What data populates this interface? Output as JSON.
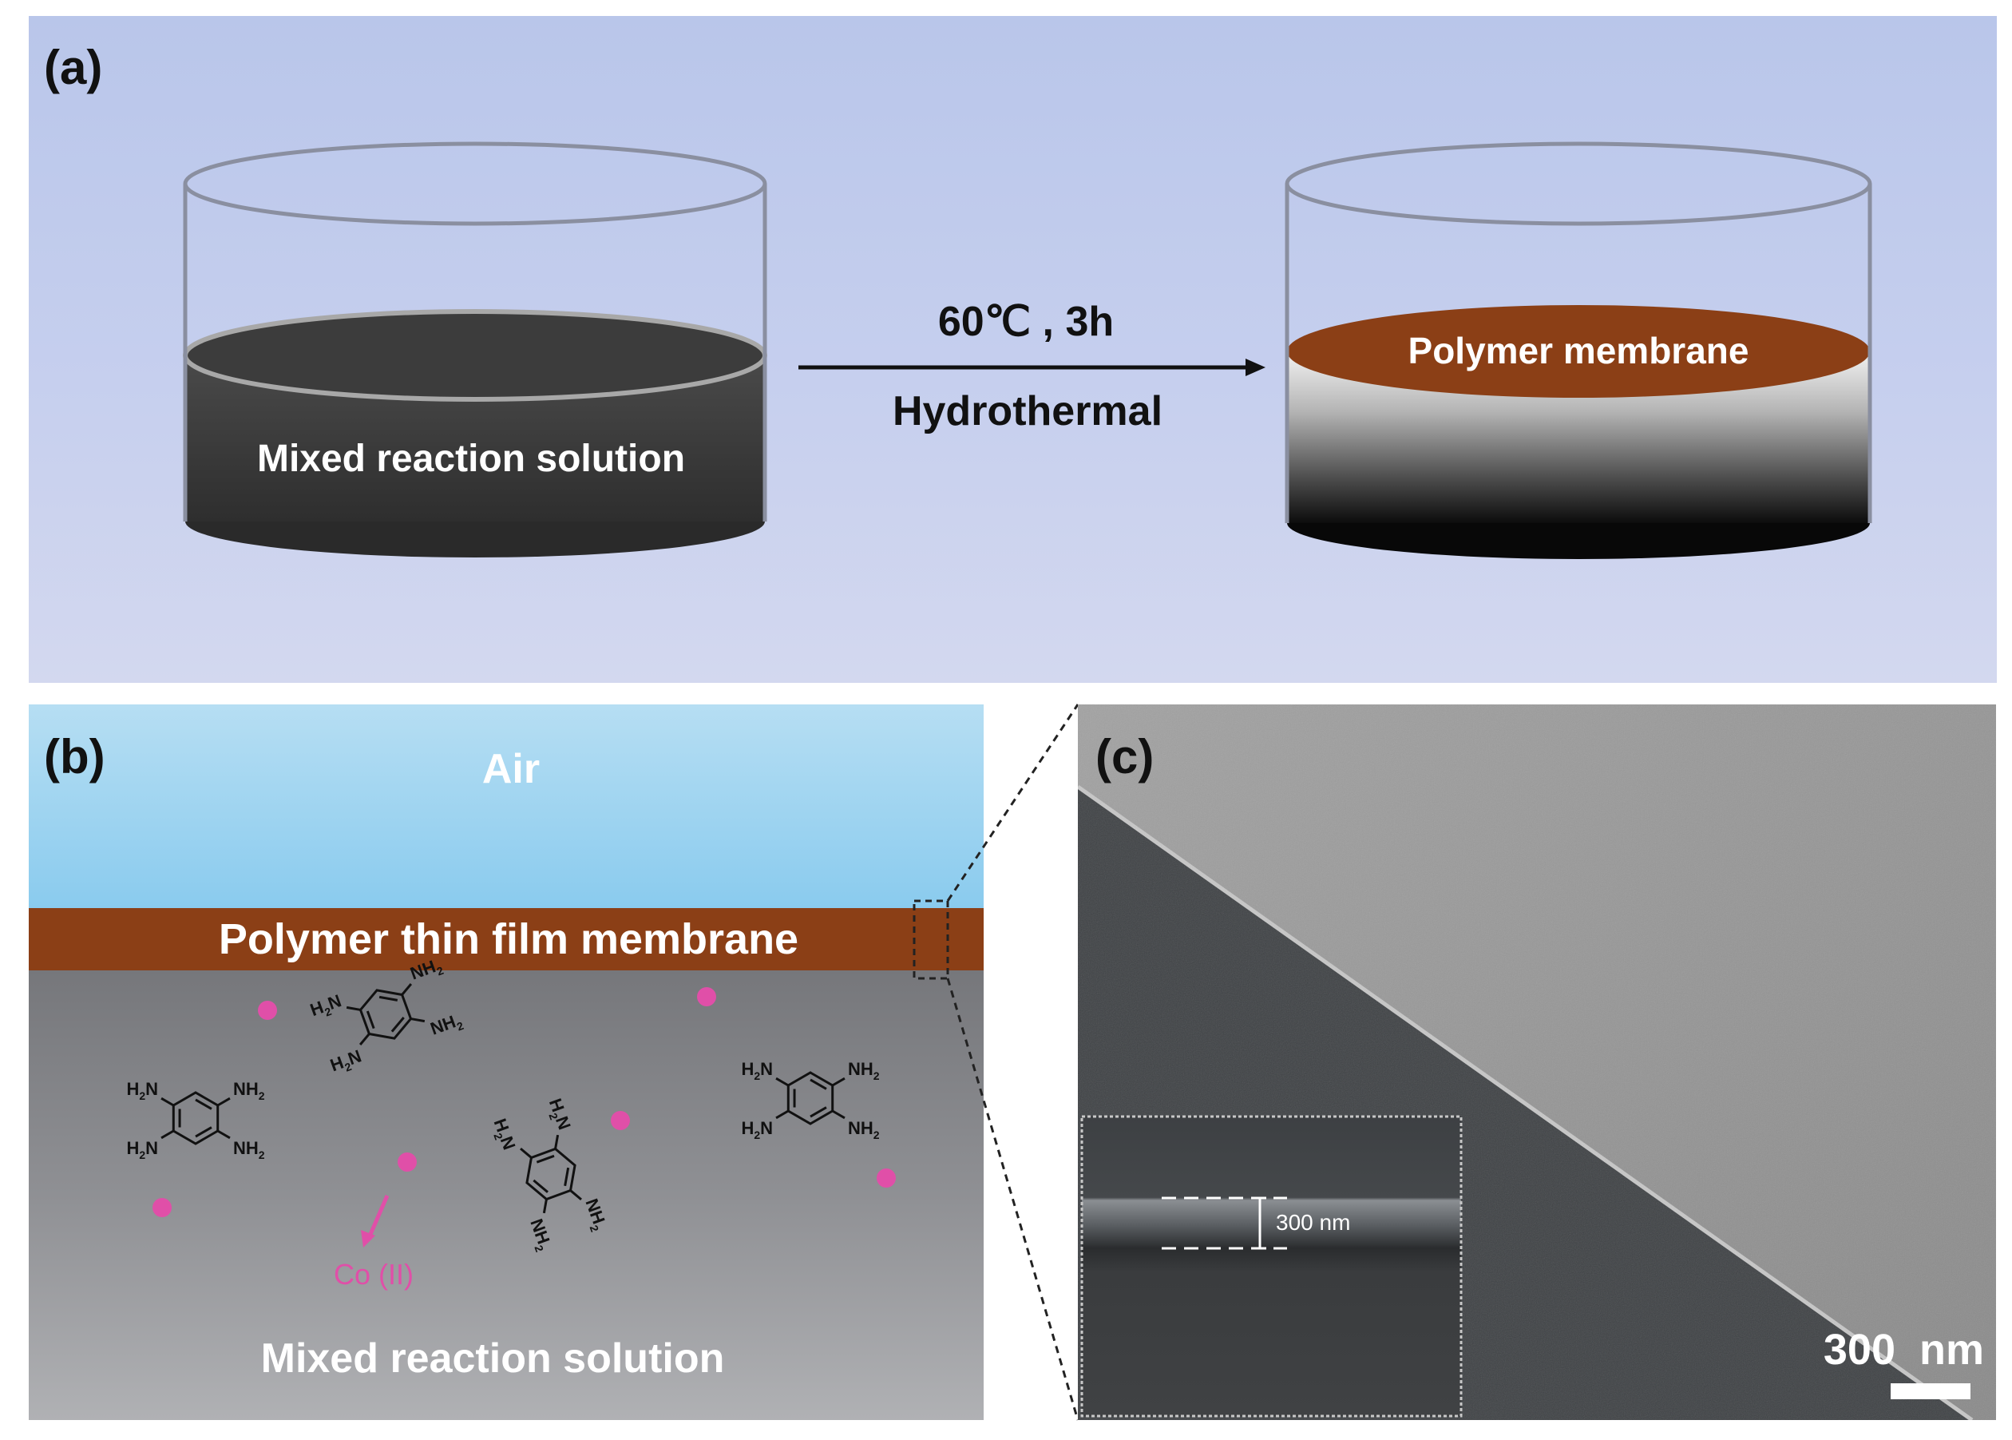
{
  "panel_a": {
    "label": "(a)",
    "left_dish_label": "Mixed reaction solution",
    "arrow_top_label": "60℃ , 3h",
    "arrow_bottom_label": "Hydrothermal",
    "right_dish_label": "Polymer membrane"
  },
  "panel_b": {
    "label": "(b)",
    "air_label": "Air",
    "membrane_label": "Polymer thin film membrane",
    "solution_label": "Mixed reaction solution",
    "ion_label": "Co (II)",
    "molecule": {
      "nh2": "NH",
      "h2n": "H",
      "sub2": "2",
      "n": "N"
    }
  },
  "panel_c": {
    "label": "(c)",
    "inset_scale_label": "300 nm",
    "scale_bar_label": "300  nm"
  },
  "colors": {
    "panel_a_bg": "#c3cdea",
    "dish_liquid": "#3a3a3a",
    "membrane_brown": "#8b3f16",
    "air_blue": "#9fd3ef",
    "solution_gray": "#8e8f93",
    "co_ion_pink": "#e04fa8",
    "sem_light": "#9a9a9a",
    "sem_dark": "#3f4245"
  }
}
